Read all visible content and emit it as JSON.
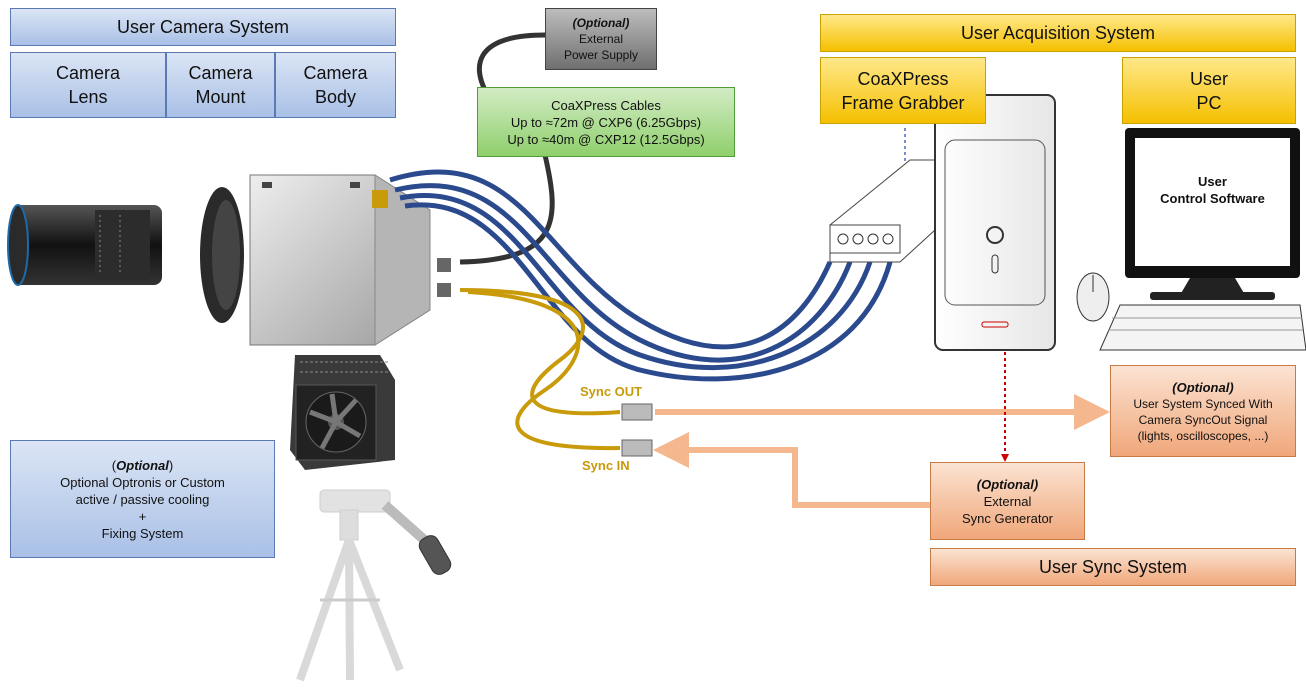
{
  "camera_system": {
    "title": "User Camera System",
    "lens_line1": "Camera",
    "lens_line2": "Lens",
    "mount_line1": "Camera",
    "mount_line2": "Mount",
    "body_line1": "Camera",
    "body_line2": "Body"
  },
  "power_supply": {
    "optional": "(Optional)",
    "line1": "External",
    "line2": "Power Supply"
  },
  "cables": {
    "title": "CoaXPress Cables",
    "line1": "Up to ≈72m @ CXP6 (6.25Gbps)",
    "line2": "Up to ≈40m @ CXP12 (12.5Gbps)"
  },
  "acquisition": {
    "title": "User Acquisition System",
    "grabber_line1": "CoaXPress",
    "grabber_line2": "Frame Grabber",
    "pc_line1": "User",
    "pc_line2": "PC",
    "software_line1": "User",
    "software_line2": "Control Software"
  },
  "cooling": {
    "optional": "Optional",
    "line1": "Optional Optronis or Custom",
    "line2": "active / passive cooling",
    "line3": "+",
    "line4": "Fixing System"
  },
  "sync_out_label": "Sync OUT",
  "sync_in_label": "Sync IN",
  "synced_system": {
    "optional": "(Optional)",
    "line1": "User System Synced With",
    "line2": "Camera SyncOut Signal",
    "line3": "(lights, oscilloscopes, ...)"
  },
  "sync_generator": {
    "optional": "(Optional)",
    "line1": "External",
    "line2": "Sync Generator"
  },
  "sync_system": {
    "title": "User Sync System"
  },
  "colors": {
    "coax_cable": "#2b4a8e",
    "sync_cable": "#c99a0a",
    "sync_signal": "#f5b88e",
    "brand_blue": "#4a6fb5"
  }
}
